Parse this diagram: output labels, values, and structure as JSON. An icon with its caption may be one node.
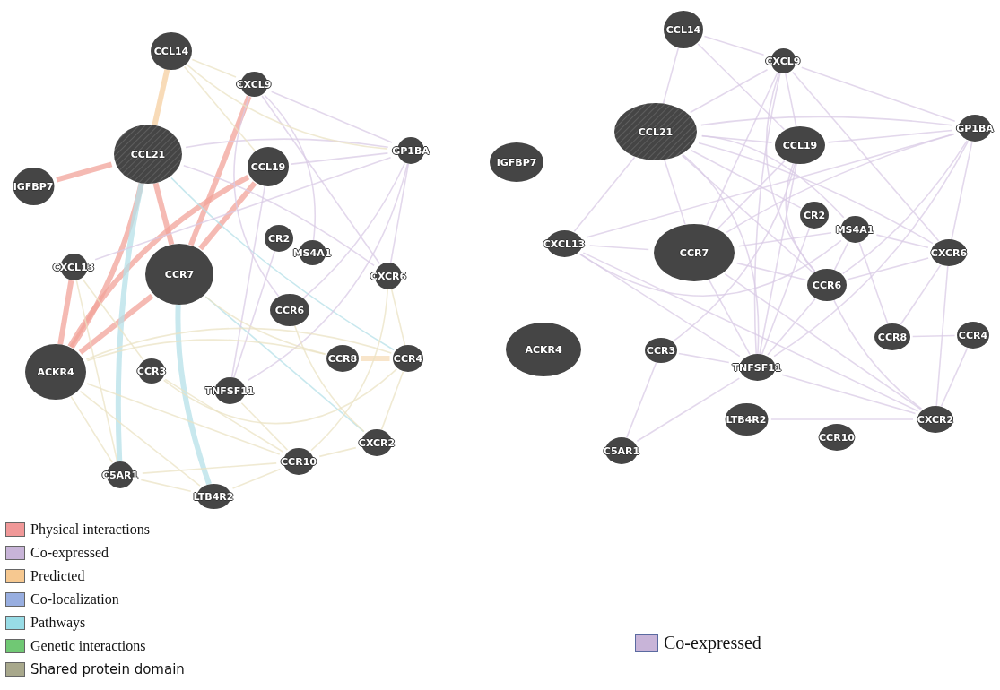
{
  "diagram": {
    "nodes": [
      {
        "text": [
          "CCL14"
        ]
      },
      {
        "text": [
          "CXCL9"
        ]
      },
      {
        "text": [
          "CCL21"
        ]
      },
      {
        "text": [
          "CCL19"
        ]
      },
      {
        "text": [
          "GP1BA"
        ]
      },
      {
        "text": [
          "IGFBP7"
        ]
      },
      {
        "text": [
          "CR2"
        ]
      },
      {
        "text": [
          "MS4A1"
        ]
      },
      {
        "text": [
          "CXCL13"
        ]
      },
      {
        "text": [
          "CCR7"
        ]
      },
      {
        "text": [
          "CXCR6"
        ]
      },
      {
        "text": [
          "CCR6"
        ]
      },
      {
        "text": [
          "ACKR4"
        ]
      },
      {
        "text": [
          "CCR3"
        ]
      },
      {
        "text": [
          "TNFSF11"
        ]
      },
      {
        "text": [
          "CCR8"
        ]
      },
      {
        "text": [
          "CCR4"
        ]
      },
      {
        "text": [
          "CXCR2"
        ]
      },
      {
        "text": [
          "CCR10"
        ]
      },
      {
        "text": [
          "C5AR1"
        ]
      },
      {
        "text": [
          "LTB4R2"
        ]
      },
      {
        "text": [
          "CCL14"
        ]
      },
      {
        "text": [
          "CXCL9"
        ]
      },
      {
        "text": [
          "CCL21"
        ]
      },
      {
        "text": [
          "CCL19"
        ]
      },
      {
        "text": [
          "GP1BA"
        ]
      },
      {
        "text": [
          "IGFBP7"
        ]
      },
      {
        "text": [
          "CR2"
        ]
      },
      {
        "text": [
          "MS4A1"
        ]
      },
      {
        "text": [
          "CXCL13"
        ]
      },
      {
        "text": [
          "CCR7"
        ]
      },
      {
        "text": [
          "CXCR6"
        ]
      },
      {
        "text": [
          "CCR6"
        ]
      },
      {
        "text": [
          "ACKR4"
        ]
      },
      {
        "text": [
          "CCR3"
        ]
      },
      {
        "text": [
          "TNFSF11"
        ]
      },
      {
        "text": [
          "CCR8"
        ]
      },
      {
        "text": [
          "CCR4"
        ]
      },
      {
        "text": [
          "CXCR2"
        ]
      },
      {
        "text": [
          "CCR10"
        ]
      },
      {
        "text": [
          "C5AR1"
        ]
      },
      {
        "text": [
          "LTB4R2"
        ]
      }
    ],
    "edges": [
      {
        "from": 5,
        "to": 2,
        "arrow": "none",
        "style": "thick",
        "color": "#f2a39a"
      },
      {
        "from": 2,
        "to": 12,
        "arrow": "none",
        "style": "thick",
        "color": "#f2a39a"
      },
      {
        "from": 3,
        "to": 12,
        "arrow": "none",
        "style": "thick",
        "color": "#f2a39a"
      },
      {
        "from": 9,
        "to": 12,
        "arrow": "none",
        "style": "thick",
        "color": "#f2a39a"
      },
      {
        "from": 1,
        "to": 9,
        "arrow": "none",
        "style": "thick",
        "color": "#f2a39a"
      },
      {
        "from": 3,
        "to": 9,
        "arrow": "none",
        "style": "thick",
        "color": "#f2a39a"
      },
      {
        "from": 2,
        "to": 9,
        "arrow": "none",
        "style": "thick",
        "color": "#f2a39a"
      },
      {
        "from": 8,
        "to": 12,
        "arrow": "none",
        "style": "thick",
        "color": "#f2a39a"
      },
      {
        "from": 0,
        "to": 2,
        "arrow": "none",
        "style": "thick",
        "color": "#f5cfa0"
      },
      {
        "from": 9,
        "to": 20,
        "arrow": "none",
        "style": "thick",
        "color": "#b5e0e8"
      },
      {
        "from": 2,
        "to": 19,
        "arrow": "none",
        "style": "thick",
        "color": "#b5e0e8"
      },
      {
        "from": 9,
        "to": 17,
        "arrow": "none",
        "color": "#b5e0e8"
      },
      {
        "from": 2,
        "to": 16,
        "arrow": "none",
        "color": "#b5e0e8"
      },
      {
        "from": 1,
        "to": 4,
        "arrow": "none"
      },
      {
        "from": 1,
        "to": 10,
        "arrow": "none"
      },
      {
        "from": 2,
        "to": 4,
        "arrow": "none"
      },
      {
        "from": 3,
        "to": 4,
        "arrow": "none"
      },
      {
        "from": 1,
        "to": 11,
        "arrow": "none"
      },
      {
        "from": 4,
        "to": 11,
        "arrow": "none"
      },
      {
        "from": 4,
        "to": 14,
        "arrow": "none"
      },
      {
        "from": 1,
        "to": 7,
        "arrow": "none"
      },
      {
        "from": 2,
        "to": 10,
        "arrow": "none"
      },
      {
        "from": 8,
        "to": 4,
        "arrow": "none"
      },
      {
        "from": 4,
        "to": 10,
        "arrow": "none"
      },
      {
        "from": 3,
        "to": 14,
        "arrow": "none"
      },
      {
        "from": 6,
        "to": 14,
        "arrow": "none"
      },
      {
        "from": 12,
        "to": 15,
        "arrow": "none",
        "color": "#ebe3c4"
      },
      {
        "from": 12,
        "to": 16,
        "arrow": "none",
        "color": "#ebe3c4"
      },
      {
        "from": 12,
        "to": 18,
        "arrow": "none",
        "color": "#ebe3c4"
      },
      {
        "from": 12,
        "to": 19,
        "arrow": "none",
        "color": "#ebe3c4"
      },
      {
        "from": 13,
        "to": 16,
        "arrow": "none",
        "color": "#ebe3c4"
      },
      {
        "from": 19,
        "to": 20,
        "arrow": "none",
        "color": "#ebe3c4"
      },
      {
        "from": 20,
        "to": 18,
        "arrow": "none",
        "color": "#ebe3c4"
      },
      {
        "from": 18,
        "to": 17,
        "arrow": "none",
        "color": "#ebe3c4"
      },
      {
        "from": 17,
        "to": 16,
        "arrow": "none",
        "color": "#ebe3c4"
      },
      {
        "from": 16,
        "to": 10,
        "arrow": "none",
        "color": "#ebe3c4"
      },
      {
        "from": 15,
        "to": 16,
        "arrow": "none",
        "style": "thick",
        "color": "#f5dcb8"
      },
      {
        "from": 8,
        "to": 13,
        "arrow": "none",
        "color": "#ebe3c4"
      },
      {
        "from": 13,
        "to": 18,
        "arrow": "none",
        "color": "#ebe3c4"
      },
      {
        "from": 14,
        "to": 18,
        "arrow": "none",
        "color": "#ebe3c4"
      },
      {
        "from": 19,
        "to": 18,
        "arrow": "none",
        "color": "#ebe3c4"
      },
      {
        "from": 9,
        "to": 15,
        "arrow": "none",
        "color": "#ebe3c4"
      },
      {
        "from": 11,
        "to": 17,
        "arrow": "none",
        "color": "#ebe3c4"
      },
      {
        "from": 10,
        "to": 18,
        "arrow": "none",
        "color": "#ebe3c4"
      },
      {
        "from": 0,
        "to": 1,
        "arrow": "none",
        "color": "#ebe3c4"
      },
      {
        "from": 0,
        "to": 3,
        "arrow": "none",
        "color": "#ebe3c4"
      },
      {
        "from": 0,
        "to": 4,
        "arrow": "none",
        "color": "#ebe3c4"
      },
      {
        "from": 12,
        "to": 20,
        "arrow": "none",
        "color": "#ebe3c4"
      },
      {
        "from": 8,
        "to": 19,
        "arrow": "none",
        "color": "#ebe3c4"
      },
      {
        "from": 21,
        "to": 23,
        "arrow": "none"
      },
      {
        "from": 21,
        "to": 22,
        "arrow": "none"
      },
      {
        "from": 21,
        "to": 24,
        "arrow": "none"
      },
      {
        "from": 22,
        "to": 23,
        "arrow": "none"
      },
      {
        "from": 22,
        "to": 24,
        "arrow": "none"
      },
      {
        "from": 22,
        "to": 25,
        "arrow": "none"
      },
      {
        "from": 22,
        "to": 30,
        "arrow": "none"
      },
      {
        "from": 22,
        "to": 32,
        "arrow": "none"
      },
      {
        "from": 22,
        "to": 31,
        "arrow": "none"
      },
      {
        "from": 22,
        "to": 35,
        "arrow": "none"
      },
      {
        "from": 23,
        "to": 24,
        "arrow": "none"
      },
      {
        "from": 23,
        "to": 25,
        "arrow": "none"
      },
      {
        "from": 23,
        "to": 27,
        "arrow": "none"
      },
      {
        "from": 23,
        "to": 28,
        "arrow": "none"
      },
      {
        "from": 23,
        "to": 30,
        "arrow": "none"
      },
      {
        "from": 23,
        "to": 32,
        "arrow": "none"
      },
      {
        "from": 23,
        "to": 35,
        "arrow": "none"
      },
      {
        "from": 23,
        "to": 31,
        "arrow": "none"
      },
      {
        "from": 24,
        "to": 25,
        "arrow": "none"
      },
      {
        "from": 24,
        "to": 30,
        "arrow": "none"
      },
      {
        "from": 24,
        "to": 32,
        "arrow": "none"
      },
      {
        "from": 24,
        "to": 35,
        "arrow": "none"
      },
      {
        "from": 25,
        "to": 30,
        "arrow": "none"
      },
      {
        "from": 25,
        "to": 32,
        "arrow": "none"
      },
      {
        "from": 25,
        "to": 35,
        "arrow": "none"
      },
      {
        "from": 25,
        "to": 31,
        "arrow": "none"
      },
      {
        "from": 25,
        "to": 29,
        "arrow": "none"
      },
      {
        "from": 29,
        "to": 30,
        "arrow": "none"
      },
      {
        "from": 29,
        "to": 23,
        "arrow": "none"
      },
      {
        "from": 29,
        "to": 28,
        "arrow": "none"
      },
      {
        "from": 29,
        "to": 35,
        "arrow": "none"
      },
      {
        "from": 29,
        "to": 38,
        "arrow": "none"
      },
      {
        "from": 30,
        "to": 28,
        "arrow": "none"
      },
      {
        "from": 30,
        "to": 35,
        "arrow": "none"
      },
      {
        "from": 30,
        "to": 32,
        "arrow": "none"
      },
      {
        "from": 27,
        "to": 35,
        "arrow": "none"
      },
      {
        "from": 28,
        "to": 32,
        "arrow": "none"
      },
      {
        "from": 28,
        "to": 31,
        "arrow": "none"
      },
      {
        "from": 31,
        "to": 38,
        "arrow": "none"
      },
      {
        "from": 31,
        "to": 32,
        "arrow": "none"
      },
      {
        "from": 32,
        "to": 35,
        "arrow": "none"
      },
      {
        "from": 36,
        "to": 37,
        "arrow": "none"
      },
      {
        "from": 34,
        "to": 35,
        "arrow": "none"
      },
      {
        "from": 34,
        "to": 40,
        "arrow": "none"
      },
      {
        "from": 35,
        "to": 40,
        "arrow": "none"
      },
      {
        "from": 35,
        "to": 38,
        "arrow": "none"
      },
      {
        "from": 41,
        "to": 38,
        "arrow": "none"
      },
      {
        "from": 28,
        "to": 36,
        "arrow": "none"
      },
      {
        "from": 32,
        "to": 38,
        "arrow": "none"
      },
      {
        "from": 37,
        "to": 38,
        "arrow": "none"
      },
      {
        "from": 30,
        "to": 38,
        "arrow": "none"
      },
      {
        "from": 24,
        "to": 34,
        "arrow": "none"
      },
      {
        "from": 31,
        "to": 36,
        "arrow": "none"
      }
    ],
    "legend": [
      {
        "text": "Physical interactions",
        "color": "#f09898"
      },
      {
        "text": "Co-expressed",
        "color": "#c8b4d8"
      },
      {
        "text": "Predicted",
        "color": "#f6c890"
      },
      {
        "text": "Co-localization",
        "color": "#98aee0"
      },
      {
        "text": "Pathways",
        "color": "#98dce6"
      },
      {
        "text": "Genetic interactions",
        "color": "#70c874"
      },
      {
        "text": "Shared protein domain",
        "color": "#a8a88c"
      },
      {
        "text": "Co-expressed",
        "color": "#c8b4d8"
      }
    ]
  }
}
